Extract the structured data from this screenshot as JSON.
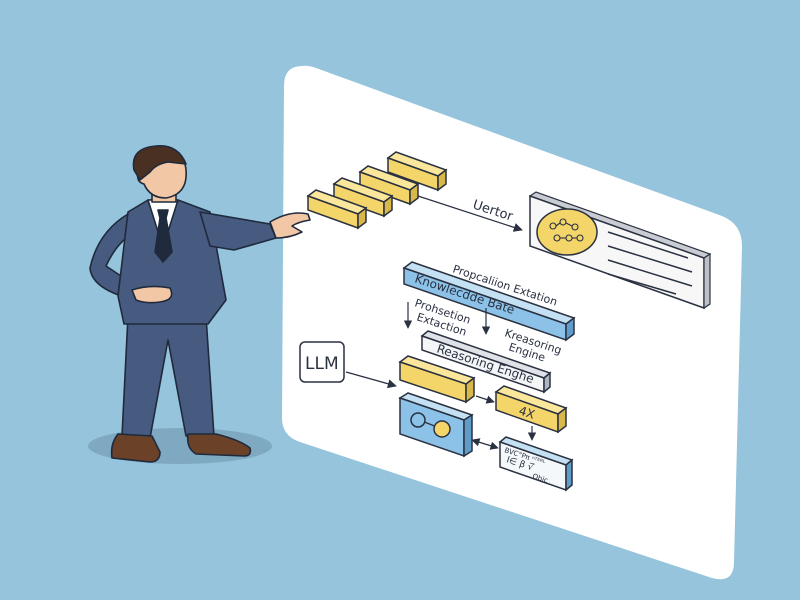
{
  "labels": {
    "vector": "Uertor",
    "proposition_extraction_top": "Propcaliion Extation",
    "knowledge_base": "Knowlecdde Bate",
    "proposition_left_1": "Prohsetion",
    "proposition_left_2": "Extaction",
    "reasoning_right_1": "Kreasoring",
    "reasoning_right_2": "Engine",
    "reasoning_engine": "Reasoring Enghe",
    "llm": "LLM",
    "block_4x": "4X",
    "formula_1": "BVC°Pπ ⁿᵀᴱᴿᴸ",
    "formula_2": "I∈ β √̅",
    "formula_3": "Obic"
  },
  "colors": {
    "background": "#95c4dc",
    "board": "#ffffff",
    "yellow_block": "#f4d56a",
    "blue_block": "#8cc1e8",
    "suit": "#475a80",
    "shoes": "#6b4128"
  },
  "icons": [
    "molecule-icon",
    "toggle-icon",
    "arrow-icon"
  ]
}
